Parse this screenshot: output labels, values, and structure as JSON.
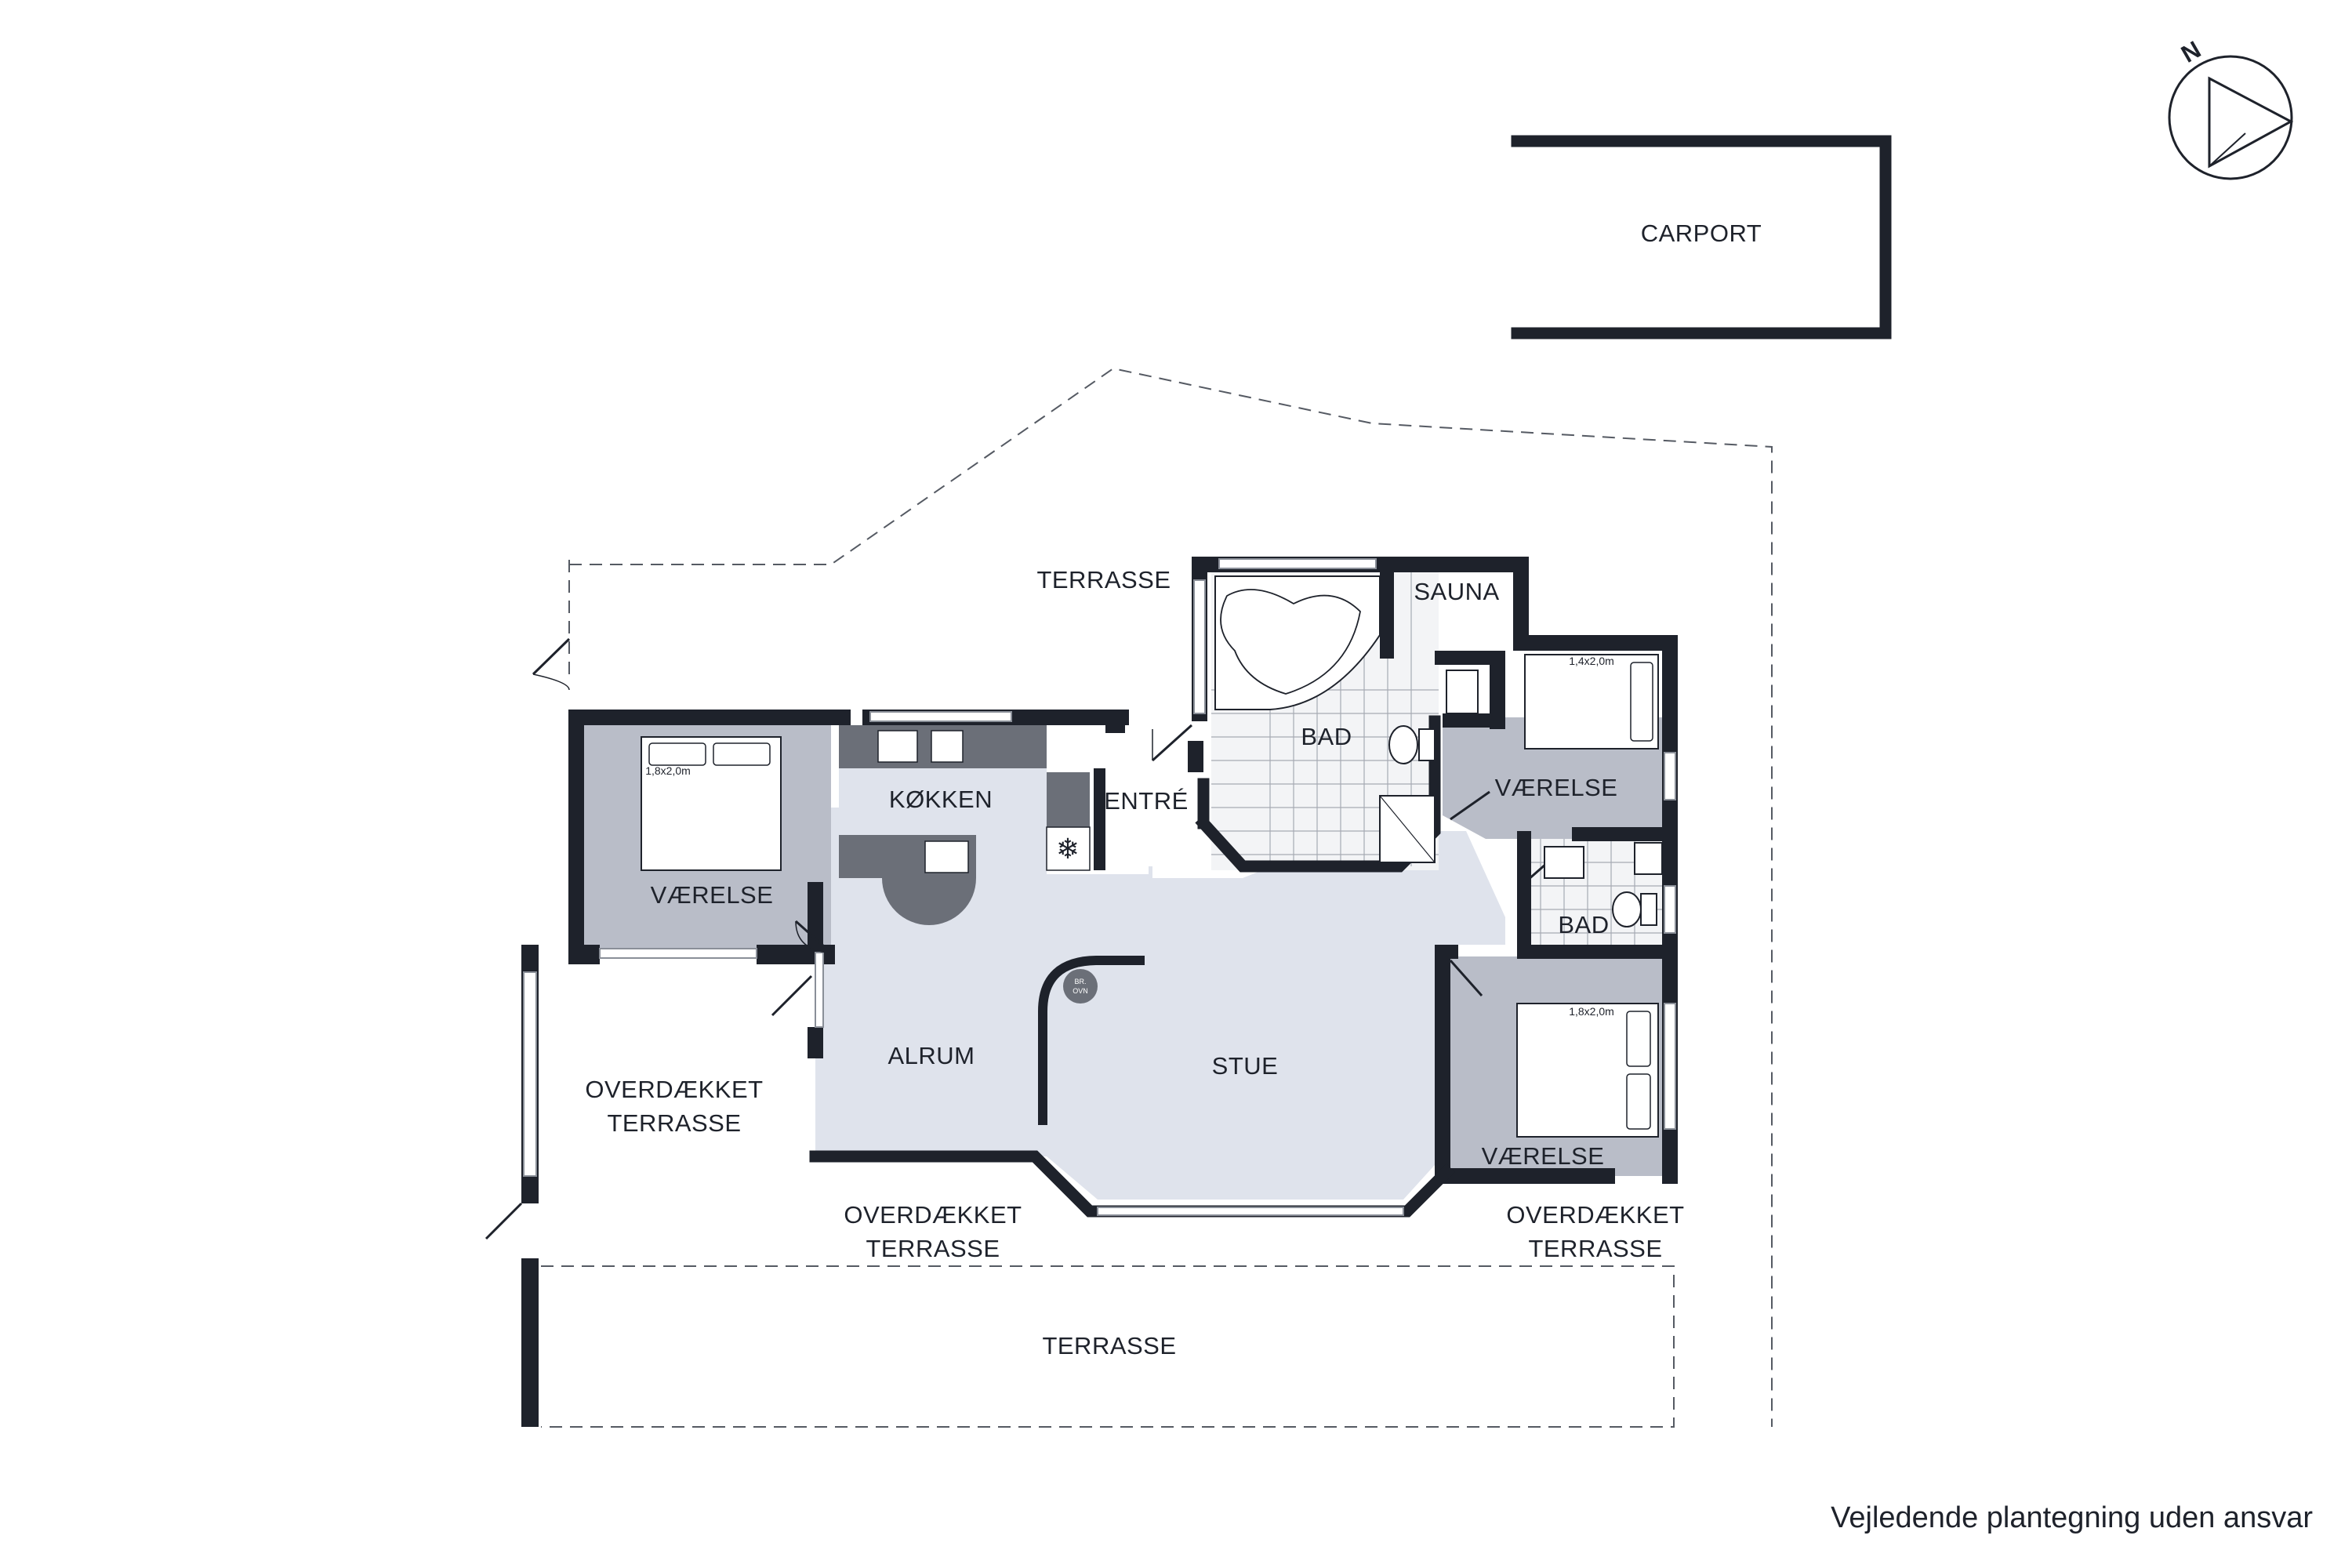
{
  "rooms": {
    "carport": "CARPORT",
    "terrasse_top": "TERRASSE",
    "sauna": "SAUNA",
    "bad_main": "BAD",
    "bed_size_right_top": "1,4x2,0m",
    "vaerelse_right_top": "VÆRELSE",
    "bed_size_left": "1,8x2,0m",
    "koekken": "KØKKEN",
    "entre": "ENTRÉ",
    "vaerelse_left": "VÆRELSE",
    "bad_small": "BAD",
    "bed_size_right_bottom": "1,8x2,0m",
    "alrum": "ALRUM",
    "stue": "STUE",
    "ovn_line1": "BR.",
    "ovn_line2": "OVN",
    "overdaekket_left_line1": "OVERDÆKKET",
    "overdaekket_left_line2": "TERRASSE",
    "vaerelse_right_bottom": "VÆRELSE",
    "overdaekket_mid_line1": "OVERDÆKKET",
    "overdaekket_mid_line2": "TERRASSE",
    "overdaekket_right_line1": "OVERDÆKKET",
    "overdaekket_right_line2": "TERRASSE",
    "terrasse_bottom": "TERRASSE"
  },
  "compass": {
    "label": "N"
  },
  "footer": {
    "disclaimer": "Vejledende plantegning uden ansvar"
  },
  "colors": {
    "wall": "#1e222b",
    "living_floor": "#dfe3ec",
    "bedroom_floor": "#b9bdc8",
    "kitchen_counter": "#6b6f78",
    "background": "#ffffff"
  }
}
